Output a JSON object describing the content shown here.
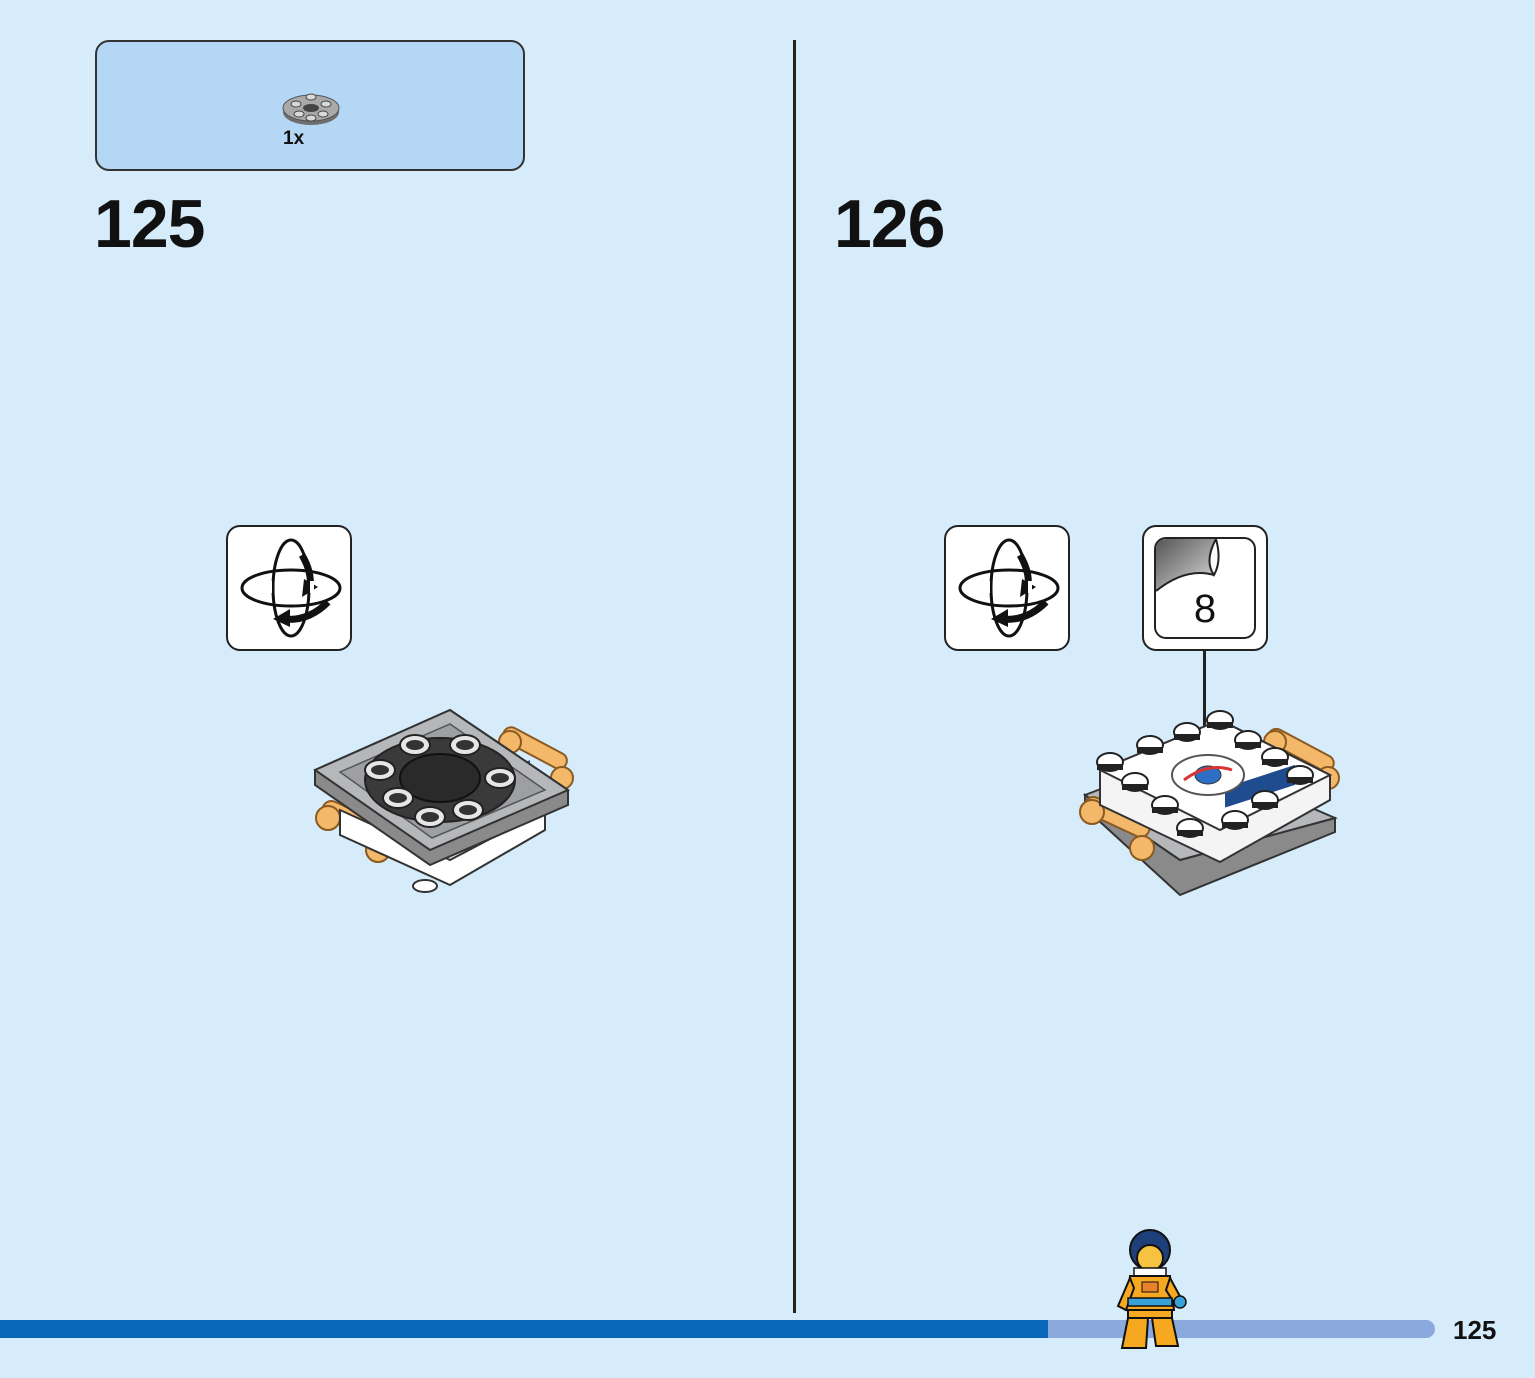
{
  "parts_list": {
    "items": [
      {
        "icon": "round-plate-2x2-with-studs-icon",
        "quantity_label": "1x",
        "color": "#9a9a9a"
      }
    ]
  },
  "steps": [
    {
      "number": "125",
      "callouts": [
        "rotate-model-icon"
      ]
    },
    {
      "number": "126",
      "callouts": [
        "rotate-model-icon",
        "apply-sticker-icon"
      ],
      "sticker_number": "8"
    }
  ],
  "progress": {
    "fraction": 0.73,
    "fill_color": "#0a66b8",
    "track_color": "#8aa9dd"
  },
  "footer": {
    "page_number": "125"
  },
  "colors": {
    "page_background": "#d6ecfb",
    "parts_box_background": "#b4d7f5",
    "tan": "#f4b86a",
    "dark_blue": "#1f4b8f",
    "light_gray": "#a7a9ac"
  }
}
